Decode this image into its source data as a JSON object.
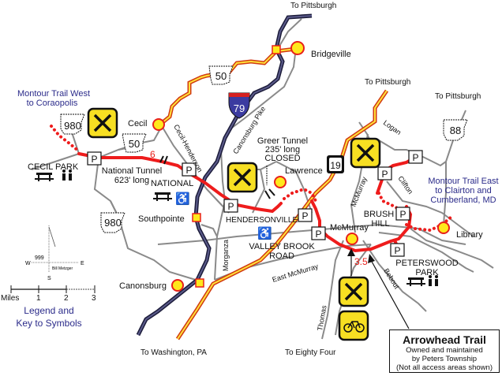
{
  "map": {
    "title": "Arrowhead Trail",
    "info_box": {
      "title": "Arrowhead Trail",
      "lines": [
        "Owned and maintained",
        "by Peters Township",
        "(Not all access areas shown)"
      ]
    },
    "destinations": {
      "to_pittsburgh_1": "To Pittsburgh",
      "to_pittsburgh_2": "To Pittsburgh",
      "to_pittsburgh_3": "To Pittsburgh",
      "to_washington": "To Washington, PA",
      "to_eighty_four": "To Eighty Four"
    },
    "trail_connections": {
      "west_line1": "Montour Trail West",
      "west_line2": "to Coraopolis",
      "east_line1": "Montour Trail East",
      "east_line2": "to Clairton and",
      "east_line3": "Cumberland, MD"
    },
    "towns": {
      "bridgeville": "Bridgeville",
      "cecil": "Cecil",
      "lawrence": "Lawrence",
      "southpointe": "Southpointe",
      "canonsburg": "Canonsburg",
      "mcmurray": "McMurray",
      "library": "Library"
    },
    "roads": {
      "cecil_henderson": "Cecil-Henderson",
      "canonsburg_pike": "Canonsburg Pike",
      "morganza": "Morganza",
      "east_mcmurray": "East McMurray",
      "thomas": "Thomas",
      "bebout": "Bebout",
      "mcmurray_rd": "McMurray",
      "logan": "Logan",
      "clifton": "Clifton"
    },
    "route_shields": {
      "pa50_top": "50",
      "pa50_cecil": "50",
      "pa980_top": "980",
      "pa980_bottom": "980",
      "pa88": "88",
      "us19": "19",
      "i79": "79"
    },
    "sites": {
      "cecil_park": "CECIL PARK",
      "national_tunnel_1": "National Tunnel",
      "national_tunnel_2": "623' long",
      "national": "NATIONAL",
      "greer_1": "Greer Tunnel",
      "greer_2": "235' long",
      "greer_3": "CLOSED",
      "hendersonville": "HENDERSONVILLE",
      "valley_brook_1": "VALLEY BROOK",
      "valley_brook_2": "ROAD",
      "brush_hill_1": "BRUSH",
      "brush_hill_2": "HILL",
      "peterswood_1": "PETERSWOOD",
      "peterswood_2": "PARK"
    },
    "mileage": {
      "west": "6",
      "east": "3.5"
    },
    "parking_label": "P",
    "legend": {
      "scale_label": "Miles",
      "scale_ticks": [
        "1",
        "2",
        "3"
      ],
      "legend_line1": "Legend and",
      "legend_line2": "Key to Symbols",
      "compass": {
        "n_value": "999",
        "w": "W",
        "e": "E",
        "s": "S",
        "credit": "Bill Metzger"
      }
    },
    "colors": {
      "trail": "#ee1c1c",
      "highway_fill": "#ffe23a",
      "highway_edge": "#d13a10",
      "interstate": "#1c1c3a",
      "road": "#8a8a8a",
      "town_fill": "#ffe81c",
      "service_icon": "#f7df22",
      "link_text": "#2b2b8a"
    }
  }
}
